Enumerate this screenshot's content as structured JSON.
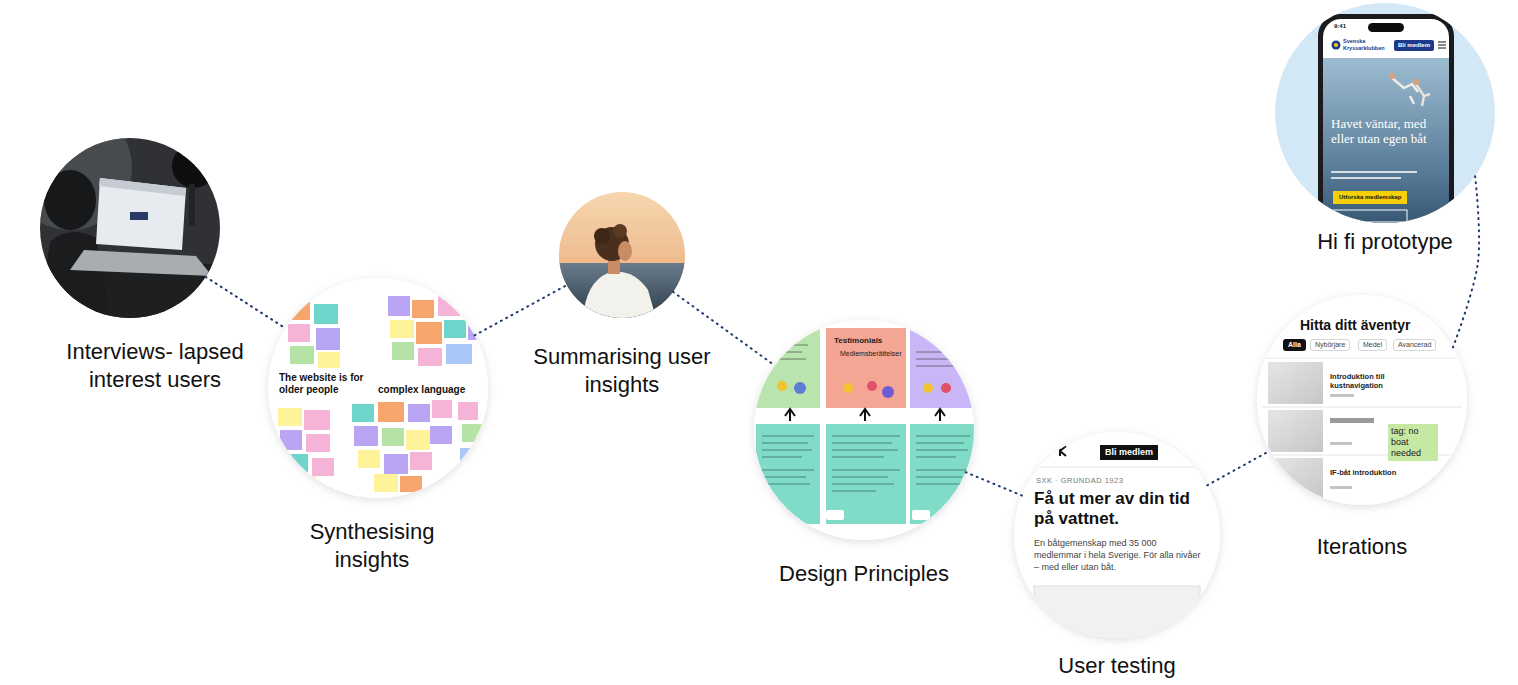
{
  "diagram": {
    "nodes": [
      {
        "text": [
          "Interviews- lapsed interest users"
        ]
      },
      {
        "text": [
          "Synthesising insights"
        ]
      },
      {
        "text": [
          "Summarising user insights"
        ]
      },
      {
        "text": [
          "Design Principles"
        ]
      },
      {
        "text": [
          "User testing"
        ]
      },
      {
        "text": [
          "Iterations"
        ]
      },
      {
        "text": [
          "Hi fi prototype"
        ]
      }
    ],
    "edges": [
      {
        "from": 0,
        "to": 1,
        "arrow": "none"
      },
      {
        "from": 1,
        "to": 2,
        "arrow": "none"
      },
      {
        "from": 2,
        "to": 3,
        "arrow": "none"
      },
      {
        "from": 3,
        "to": 4,
        "arrow": "none"
      },
      {
        "from": 4,
        "to": 5,
        "arrow": "none"
      },
      {
        "from": 5,
        "to": 6,
        "arrow": "none"
      }
    ],
    "labels": [
      "The website is for older people",
      "complex language",
      "Testimonials",
      "Medlemsberättelser",
      "Bli medlem",
      "SXK · GRUNDAD 1923",
      "Få ut mer av din tid på vattnet.",
      "En båtgemenskap med 35 000 medlemmar i hela Sverige. För alla nivåer – med eller utan båt.",
      "Hitta ditt äventyr",
      "Alla",
      "Nybörjare",
      "Medel",
      "Avancerad",
      "Introduktion till kustnavigation",
      "IF-båt introduktion",
      "tag: no boat needed",
      "9:41",
      "Svenska Kryssarklubben",
      "Bli medlem",
      "Havet väntar, med eller utan egen båt",
      "Utforska medlemskap"
    ]
  }
}
